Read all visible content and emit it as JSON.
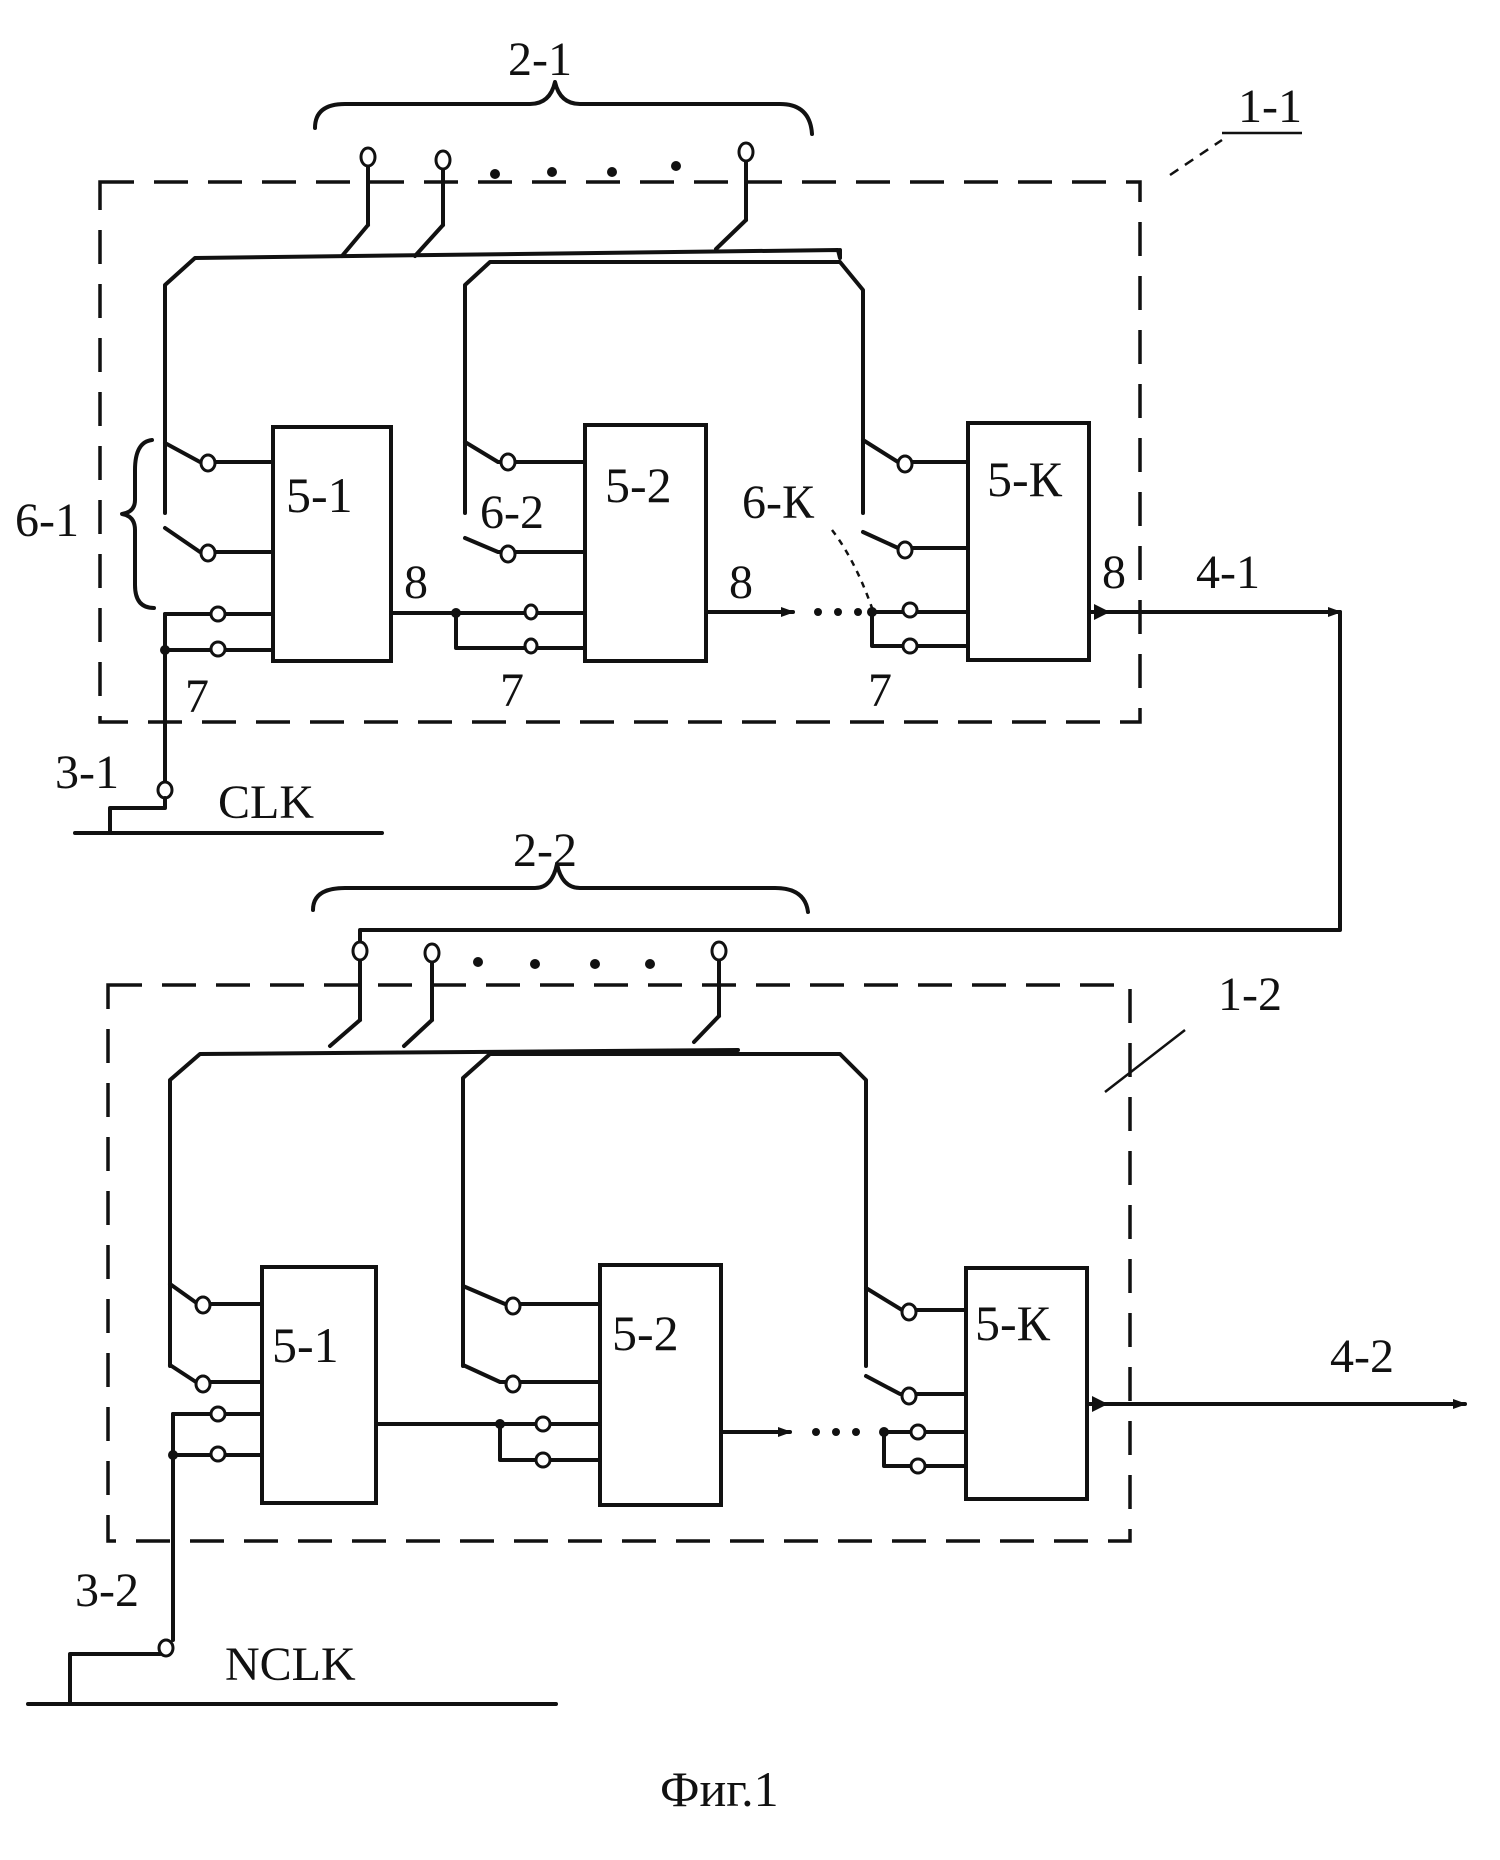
{
  "diagram": {
    "figure_caption": "Фиг.1",
    "upper_unit": {
      "unit_label": "1-1",
      "input_bus_label": "2-1",
      "clock_label": "3-1",
      "clock_signal": "CLK",
      "output_label": "4-1",
      "switch_group_1": "6-1",
      "switch_group_2": "6-2",
      "switch_group_k": "6-К",
      "blocks": [
        "5-1",
        "5-2",
        "5-К"
      ],
      "pin_label_7": "7",
      "pin_label_8": "8"
    },
    "lower_unit": {
      "unit_label": "1-2",
      "input_bus_label": "2-2",
      "clock_label": "3-2",
      "clock_signal": "NCLK",
      "output_label": "4-2",
      "blocks": [
        "5-1",
        "5-2",
        "5-К"
      ]
    }
  }
}
